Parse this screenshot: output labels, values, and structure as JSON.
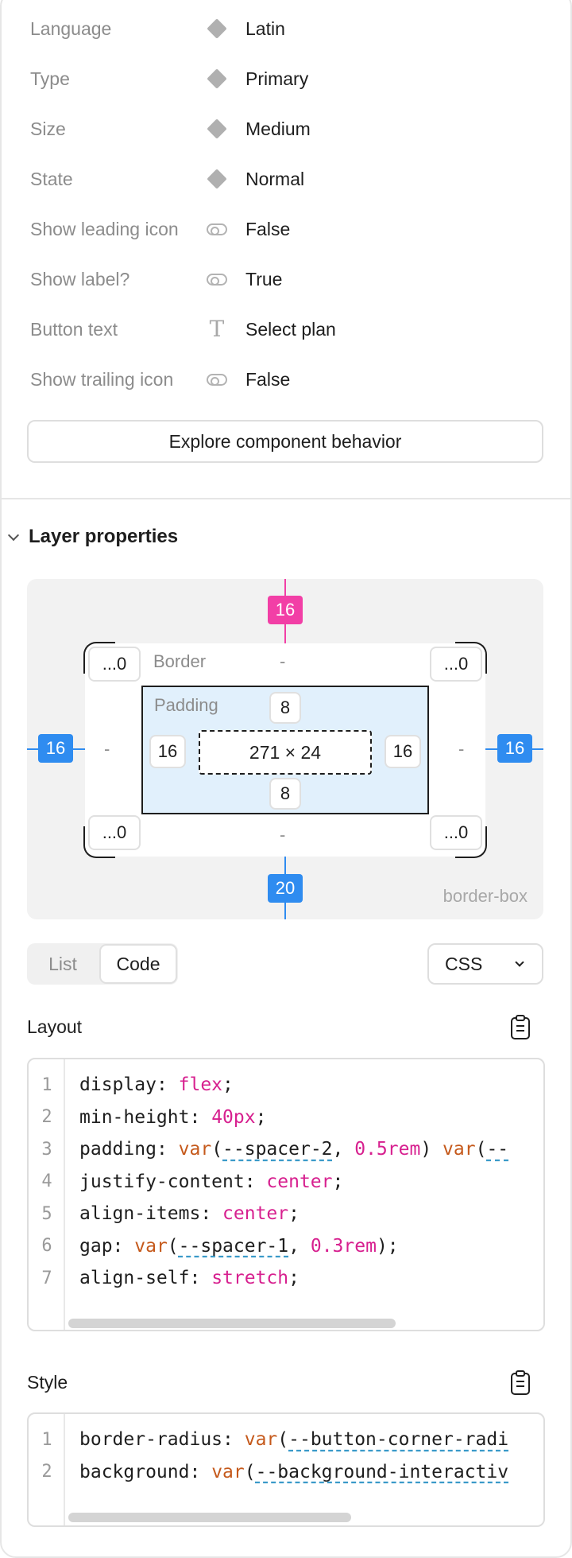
{
  "properties": [
    {
      "label": "Language",
      "icon": "variant-diamond-icon",
      "value": "Latin"
    },
    {
      "label": "Type",
      "icon": "variant-diamond-icon",
      "value": "Primary"
    },
    {
      "label": "Size",
      "icon": "variant-diamond-icon",
      "value": "Medium"
    },
    {
      "label": "State",
      "icon": "variant-diamond-icon",
      "value": "Normal"
    },
    {
      "label": "Show leading icon",
      "icon": "boolean-toggle-icon",
      "value": "False"
    },
    {
      "label": "Show label?",
      "icon": "boolean-toggle-icon",
      "value": "True"
    },
    {
      "label": "Button text",
      "icon": "text-property-icon",
      "value": "Select plan"
    },
    {
      "label": "Show trailing icon",
      "icon": "boolean-toggle-icon",
      "value": "False"
    }
  ],
  "explore_button": "Explore component behavior",
  "layer_properties": {
    "title": "Layer properties",
    "box_model": {
      "margin_top": "16",
      "margin_left": "16",
      "margin_right": "16",
      "margin_bottom": "20",
      "border_label": "Border",
      "border_top": "-",
      "border_left": "-",
      "border_right": "-",
      "border_bottom": "-",
      "radius_tl": "...0",
      "radius_tr": "...0",
      "radius_bl": "...0",
      "radius_br": "...0",
      "padding_label": "Padding",
      "padding_top": "8",
      "padding_left": "16",
      "padding_right": "16",
      "padding_bottom": "8",
      "content_size": "271 × 24",
      "sizing": "border-box"
    },
    "view_toggle": {
      "list": "List",
      "code": "Code",
      "selected": "Code"
    },
    "language": "CSS"
  },
  "layout_block": {
    "title": "Layout",
    "lines": [
      {
        "n": "1",
        "prop": "display",
        "parts": [
          {
            "t": "flex",
            "c": "val"
          }
        ]
      },
      {
        "n": "2",
        "prop": "min-height",
        "parts": [
          {
            "t": "40px",
            "c": "val"
          }
        ]
      },
      {
        "n": "3",
        "prop": "padding",
        "parts": [
          {
            "t": "var",
            "c": "kw"
          },
          {
            "t": "(",
            "c": ""
          },
          {
            "t": "--spacer-2",
            "c": "varname"
          },
          {
            "t": ", ",
            "c": ""
          },
          {
            "t": "0.5rem",
            "c": "val"
          },
          {
            "t": ") ",
            "c": ""
          },
          {
            "t": "var",
            "c": "kw"
          },
          {
            "t": "(",
            "c": ""
          },
          {
            "t": "--",
            "c": "varname"
          }
        ]
      },
      {
        "n": "4",
        "prop": "justify-content",
        "parts": [
          {
            "t": "center",
            "c": "val"
          }
        ]
      },
      {
        "n": "5",
        "prop": "align-items",
        "parts": [
          {
            "t": "center",
            "c": "val"
          }
        ]
      },
      {
        "n": "6",
        "prop": "gap",
        "parts": [
          {
            "t": "var",
            "c": "kw"
          },
          {
            "t": "(",
            "c": ""
          },
          {
            "t": "--spacer-1",
            "c": "varname"
          },
          {
            "t": ", ",
            "c": ""
          },
          {
            "t": "0.3rem",
            "c": "val"
          },
          {
            "t": ")",
            "c": ""
          }
        ]
      },
      {
        "n": "7",
        "prop": "align-self",
        "parts": [
          {
            "t": "stretch",
            "c": "val"
          }
        ]
      }
    ]
  },
  "style_block": {
    "title": "Style",
    "lines": [
      {
        "n": "1",
        "prop": "border-radius",
        "parts": [
          {
            "t": "var",
            "c": "kw"
          },
          {
            "t": "(",
            "c": ""
          },
          {
            "t": "--button-corner-radi",
            "c": "varname"
          }
        ]
      },
      {
        "n": "2",
        "prop": "background",
        "parts": [
          {
            "t": "var",
            "c": "kw"
          },
          {
            "t": "(",
            "c": ""
          },
          {
            "t": "--background-interactiv",
            "c": "varname"
          }
        ]
      }
    ]
  },
  "colors": {
    "margin_top_badge": "#f23fa6",
    "margin_side_badge": "#2f8cf0",
    "padding_fill": "#e1f0fc",
    "code_keyword": "#c5591b",
    "code_value": "#d7208f"
  }
}
